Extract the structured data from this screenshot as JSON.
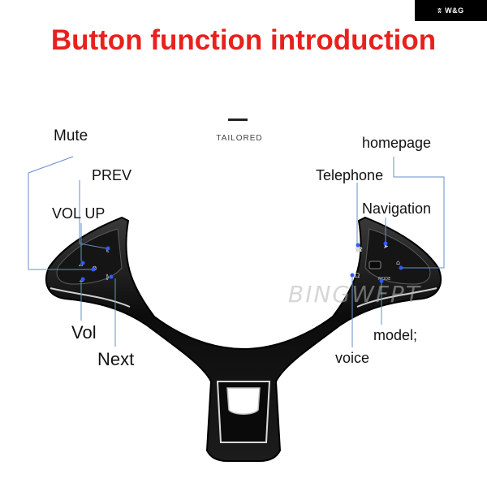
{
  "brand": "W&G",
  "title": "Button function introduction",
  "tailored": "TAILORED",
  "watermark": "BINGWFPT",
  "labels": {
    "mute": "Mute",
    "prev": "PREV",
    "vol_up": "VOL UP",
    "vol": "Vol",
    "next": "Next",
    "homepage": "homepage",
    "telephone": "Telephone",
    "navigation": "Navigation",
    "model": "model;",
    "voice": "voice"
  },
  "colors": {
    "title": "#e8211d",
    "leader": "#6a8fc8",
    "button_dot": "#2f5cff"
  }
}
